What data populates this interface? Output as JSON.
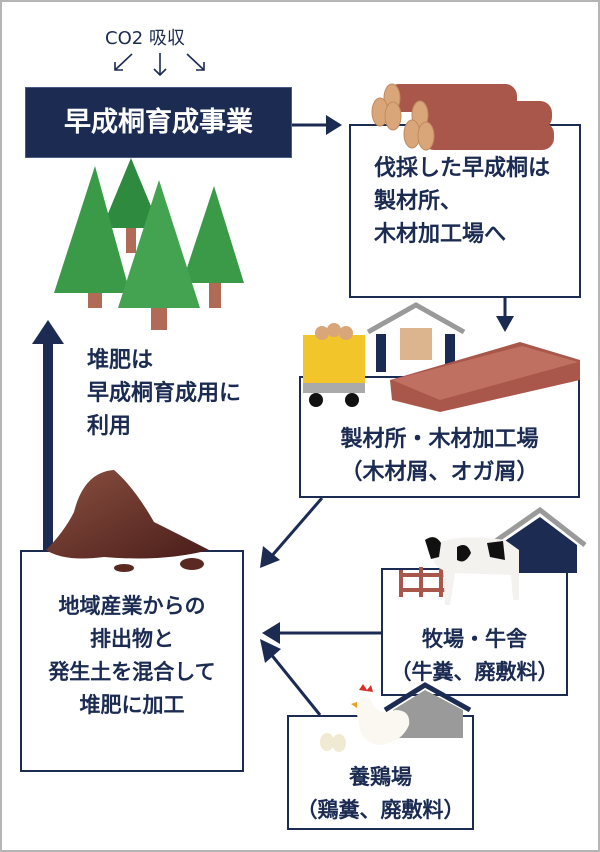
{
  "co2": {
    "label": "CO2 吸収"
  },
  "project": {
    "title": "早成桐育成事業"
  },
  "harvest": {
    "lines": [
      "伐採した早成桐は",
      "製材所、",
      "木材加工場へ"
    ]
  },
  "sawmill": {
    "lines": [
      "製材所・木材加工場",
      "（木材屑、オガ屑）"
    ]
  },
  "compost_use": {
    "lines": [
      "堆肥は",
      "早成桐育成用に",
      "利用"
    ]
  },
  "compost": {
    "lines": [
      "地域産業からの",
      "排出物と",
      "発生土を混合して",
      "堆肥に加工"
    ]
  },
  "ranch": {
    "lines": [
      "牧場・牛舎",
      "（牛糞、廃敷料）"
    ]
  },
  "poultry": {
    "lines": [
      "養鶏場",
      "（鶏糞、廃敷料）"
    ]
  },
  "colors": {
    "navy": "#1b2b52",
    "wood": "#b0614f",
    "tree": "#3a9a48"
  }
}
